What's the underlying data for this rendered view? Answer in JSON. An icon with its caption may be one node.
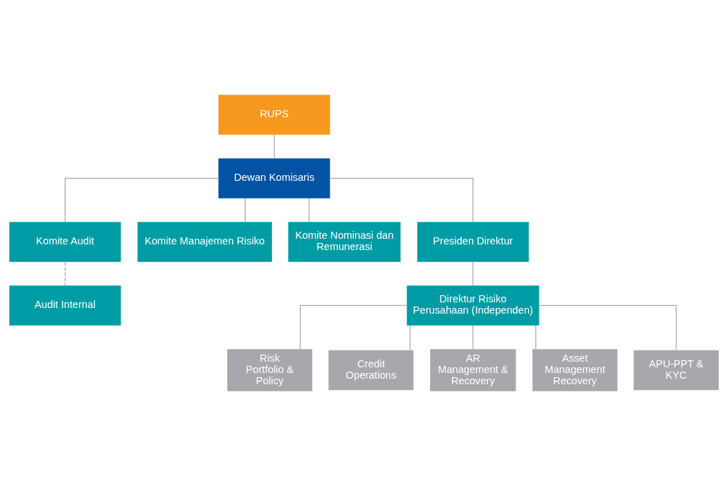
{
  "diagram": {
    "nodes": [
      {
        "text": [
          "RUPS"
        ]
      },
      {
        "text": [
          "Dewan Komisaris"
        ]
      },
      {
        "text": [
          "Komite Audit"
        ]
      },
      {
        "text": [
          "Komite Manajemen Risiko"
        ]
      },
      {
        "text": [
          "Komite Nominasi dan Remunerasi"
        ]
      },
      {
        "text": [
          "Presiden Direktur"
        ]
      },
      {
        "text": [
          "Audit Internal"
        ]
      },
      {
        "text": [
          "Direktur Risiko Perusahaan (Independen)"
        ]
      },
      {
        "text": [
          "Risk Portfolio & Policy"
        ]
      },
      {
        "text": [
          "Credit Operations"
        ]
      },
      {
        "text": [
          "AR Management & Recovery"
        ]
      },
      {
        "text": [
          "Asset Management Recovery"
        ]
      },
      {
        "text": [
          "APU-PPT & KYC"
        ]
      }
    ],
    "edges": [
      {
        "from": 0,
        "to": 1,
        "arrow": "none"
      },
      {
        "from": 1,
        "to": 2,
        "arrow": "none"
      },
      {
        "from": 1,
        "to": 5,
        "arrow": "none"
      },
      {
        "from": 1,
        "to": 3,
        "arrow": "none"
      },
      {
        "from": 1,
        "to": 4,
        "arrow": "none"
      },
      {
        "from": 2,
        "to": 6,
        "arrow": "none",
        "style": "dashed"
      },
      {
        "from": 5,
        "to": 7,
        "arrow": "none"
      },
      {
        "from": 7,
        "to": 8,
        "arrow": "none"
      },
      {
        "from": 7,
        "to": 9,
        "arrow": "none"
      },
      {
        "from": 7,
        "to": 10,
        "arrow": "none"
      },
      {
        "from": 7,
        "to": 11,
        "arrow": "none"
      },
      {
        "from": 7,
        "to": 12,
        "arrow": "none"
      }
    ]
  }
}
